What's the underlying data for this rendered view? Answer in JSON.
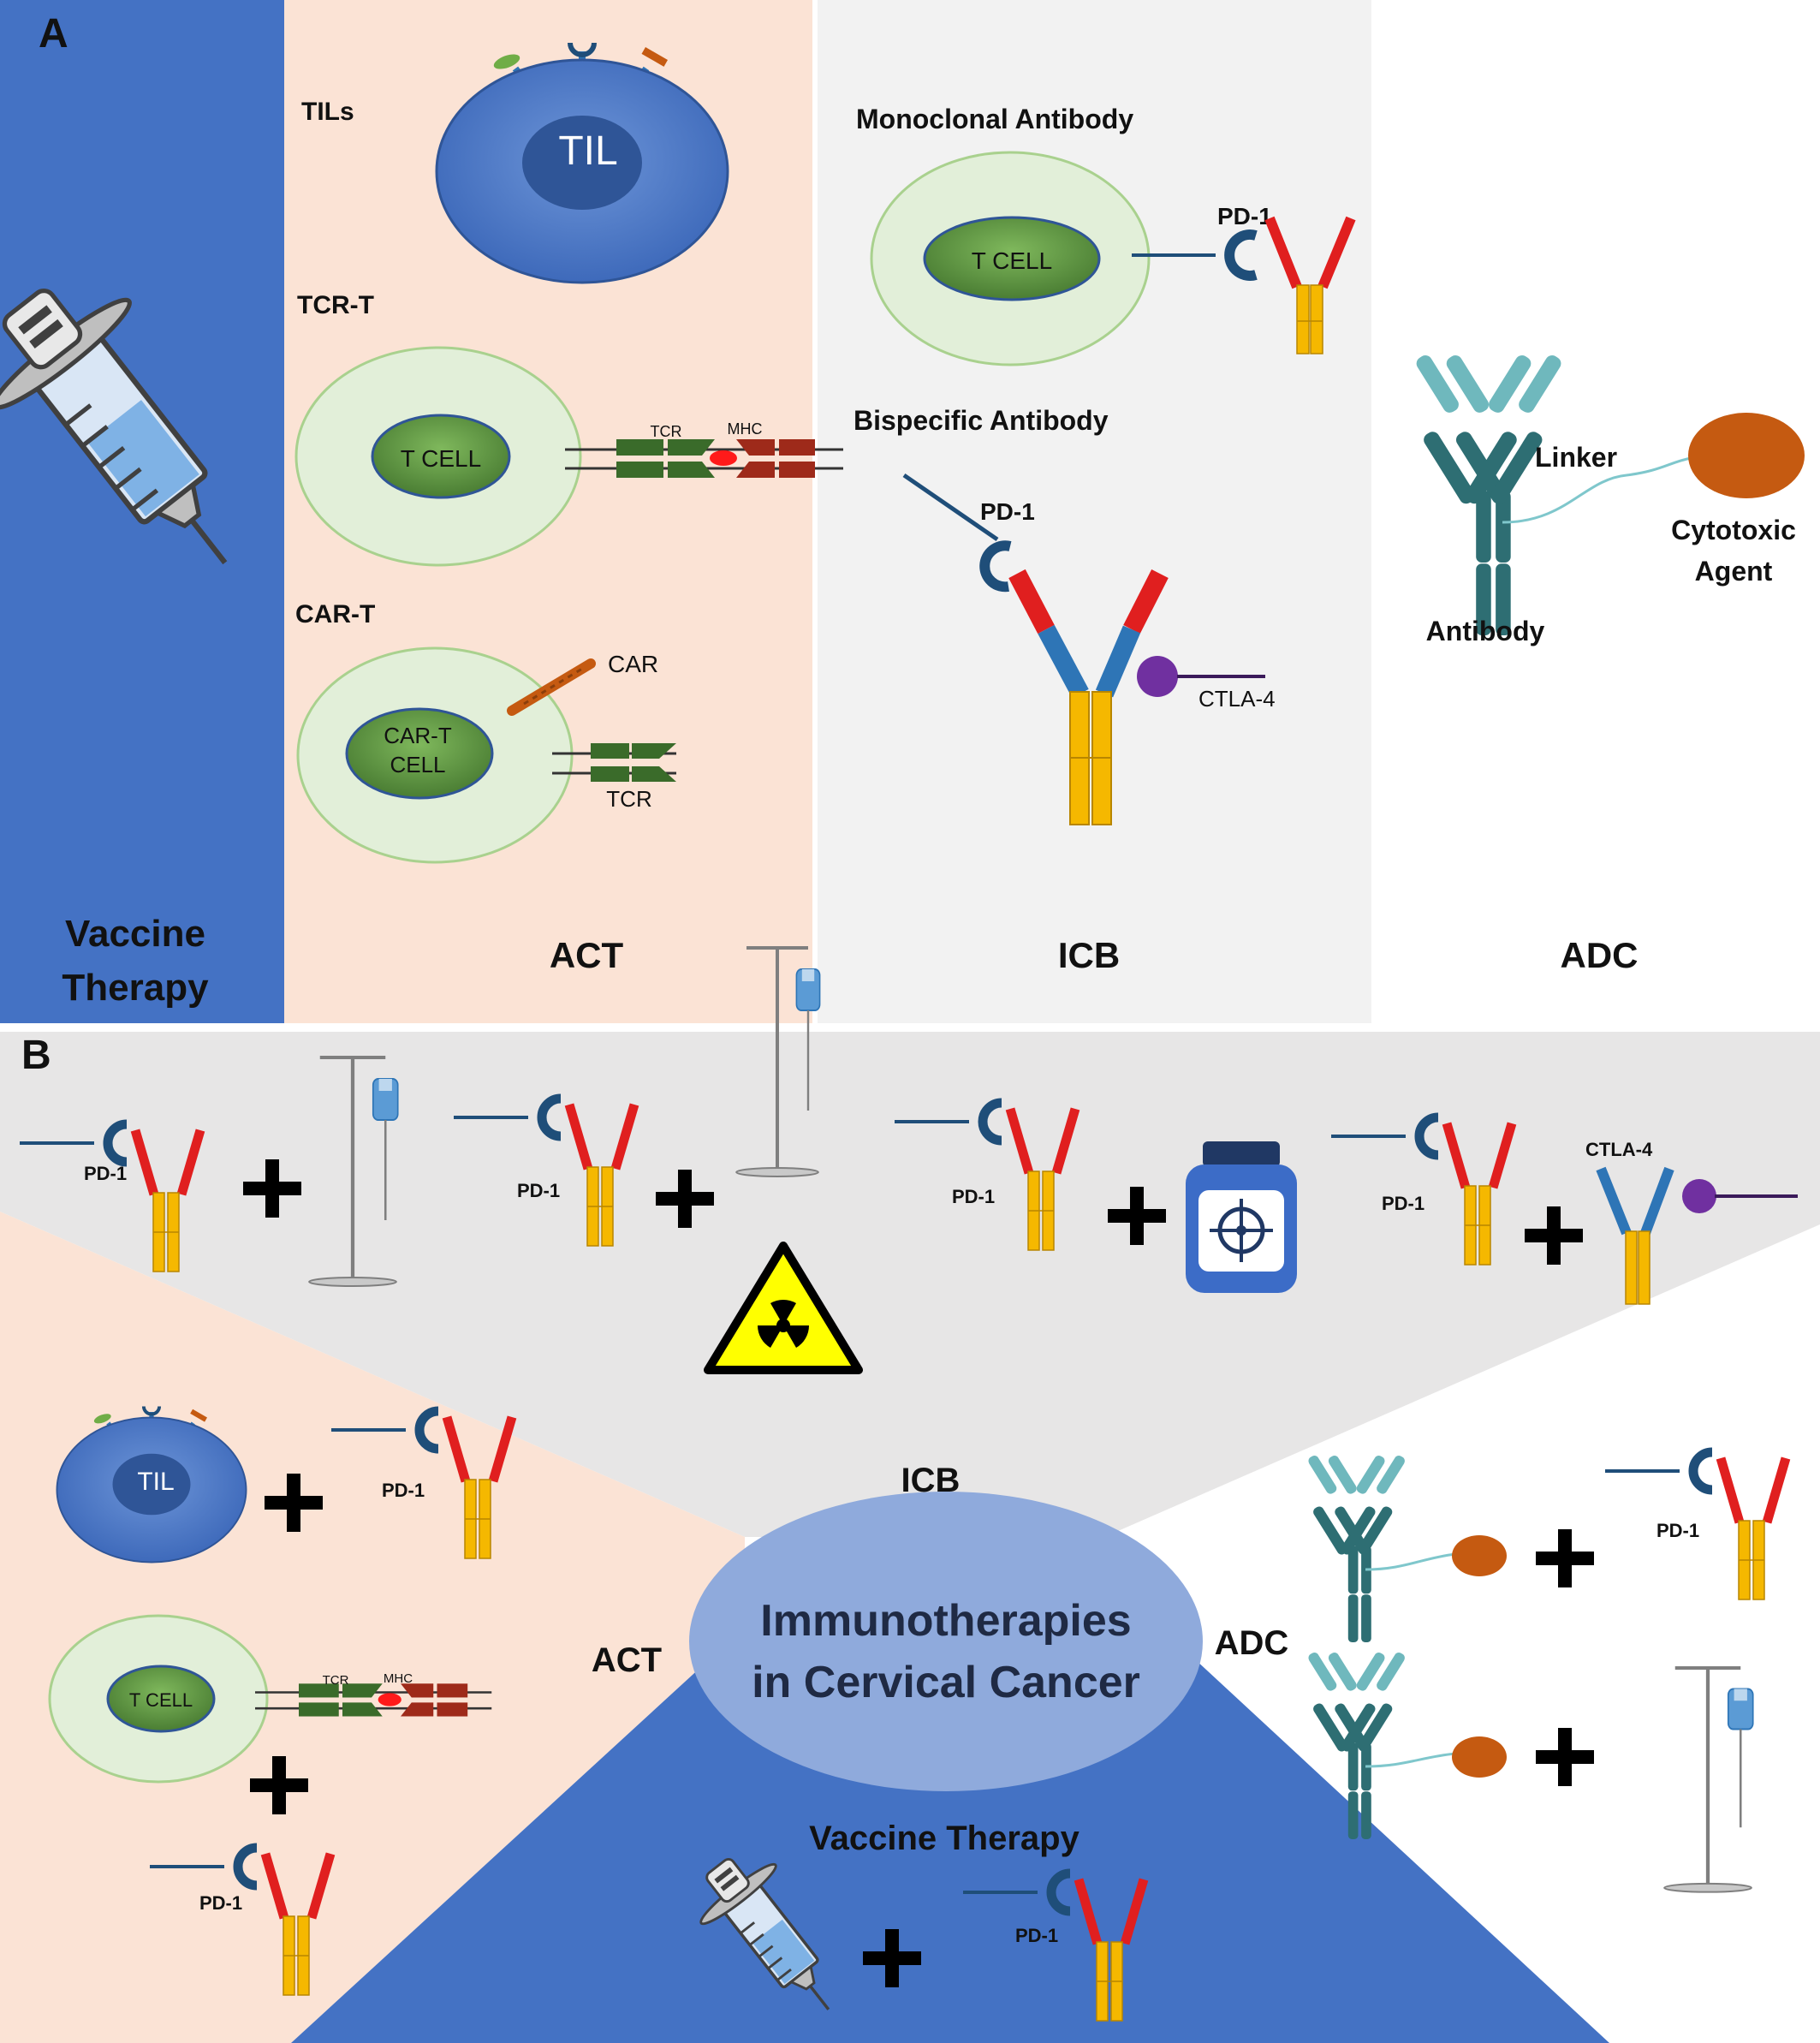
{
  "panel_a": {
    "letter": "A",
    "vaccine": {
      "line1": "Vaccine",
      "line2": "Therapy"
    },
    "act": {
      "title": "ACT",
      "tils_label": "TILs",
      "til_cell": "TIL",
      "tcrt_label": "TCR-T",
      "tcell": "T CELL",
      "tcr": "TCR",
      "mhc": "MHC",
      "cart_label": "CAR-T",
      "cart_cell_line1": "CAR-T",
      "cart_cell_line2": "CELL",
      "car": "CAR",
      "tcr2": "TCR"
    },
    "icb": {
      "title": "ICB",
      "mono_title": "Monoclonal  Antibody",
      "tcell": "T CELL",
      "pd1": "PD-1",
      "bispecific_title": "Bispecific Antibody",
      "pd1_b": "PD-1",
      "ctla4": "CTLA-4"
    },
    "adc": {
      "title": "ADC",
      "linker": "Linker",
      "cytotoxic_line1": "Cytotoxic",
      "cytotoxic_line2": "Agent",
      "antibody": "Antibody"
    }
  },
  "panel_b": {
    "letter": "B",
    "center_line1": "Immunotherapies",
    "center_line2": "in Cervical Cancer",
    "icb_label": "ICB",
    "act_label": "ACT",
    "adc_label": "ADC",
    "vaccine_label": "Vaccine Therapy",
    "pd1": "PD-1",
    "ctla4": "CTLA-4",
    "til": "TIL",
    "tcell": "T CELL",
    "tcr": "TCR",
    "mhc": "MHC"
  },
  "colors": {
    "vaccine_blue": "#4472c4",
    "act_peach": "#fbe3d5",
    "icb_gray": "#e7e6e6",
    "pd1_red": "#e01f1f",
    "fc_yellow": "#f5b800",
    "receptor_blue": "#1f4e79",
    "adc_teal": "#2e6e73",
    "cytotoxic_orange": "#c55a11",
    "tcell_green": "#5e9a43",
    "center_ellipse": "#8faadc"
  }
}
